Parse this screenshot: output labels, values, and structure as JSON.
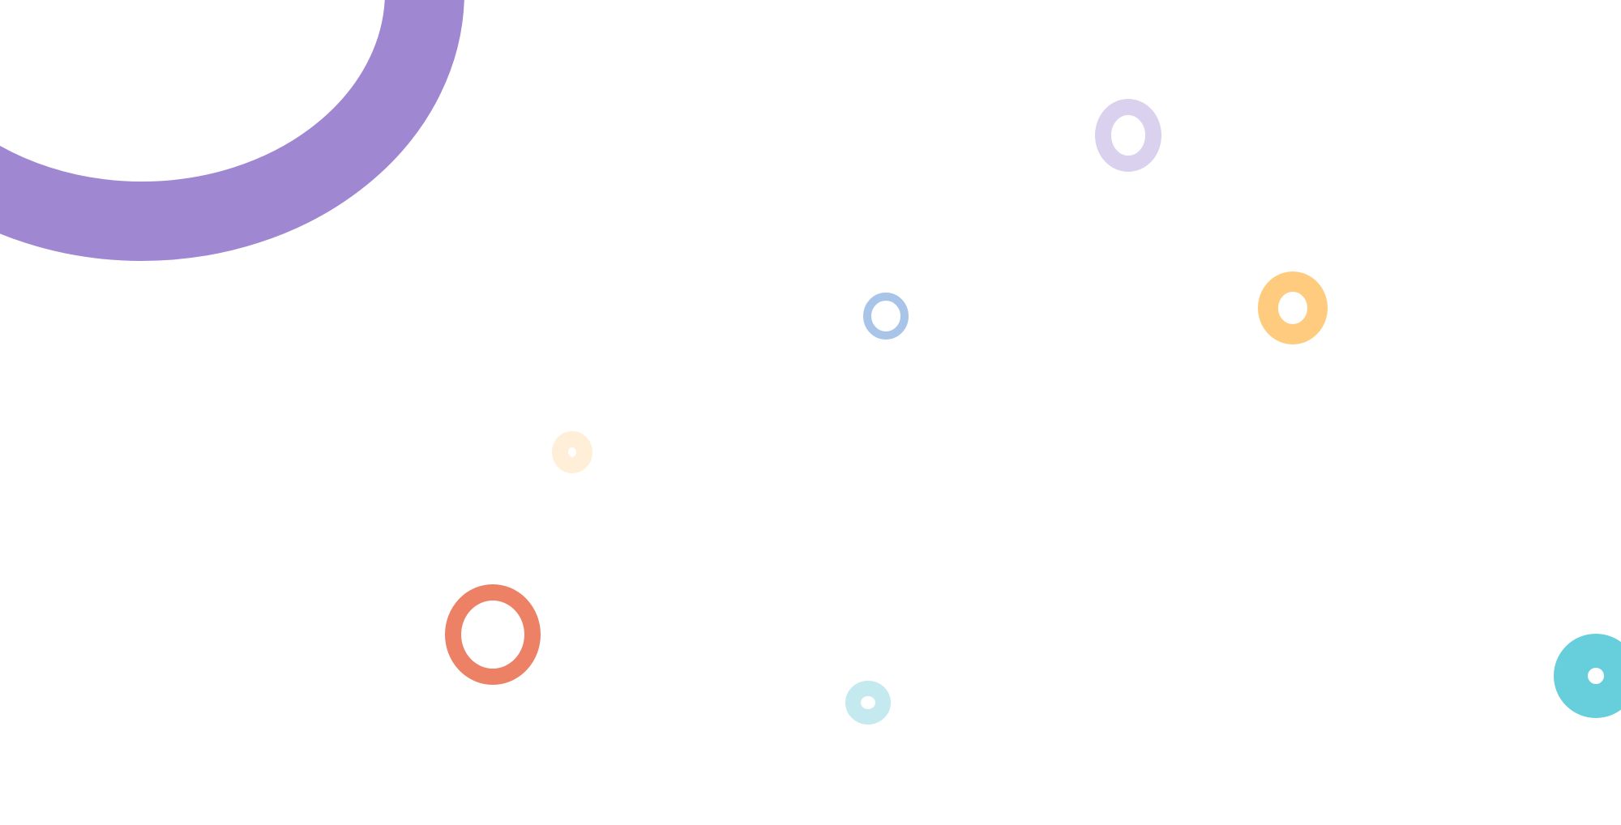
{
  "background_color": "#ffffff",
  "rings": [
    {
      "name": "large-purple-ring",
      "color": "#a087d2"
    },
    {
      "name": "lavender-ring",
      "color": "#dad1ee"
    },
    {
      "name": "blue-ring",
      "color": "#a8c4e8"
    },
    {
      "name": "amber-ring",
      "color": "#ffcc7f"
    },
    {
      "name": "cream-ring",
      "color": "#ffefd9"
    },
    {
      "name": "coral-ring",
      "color": "#ec8166"
    },
    {
      "name": "pale-cyan-ring",
      "color": "#c4e9ef"
    },
    {
      "name": "cyan-ring",
      "color": "#67cedb"
    }
  ]
}
